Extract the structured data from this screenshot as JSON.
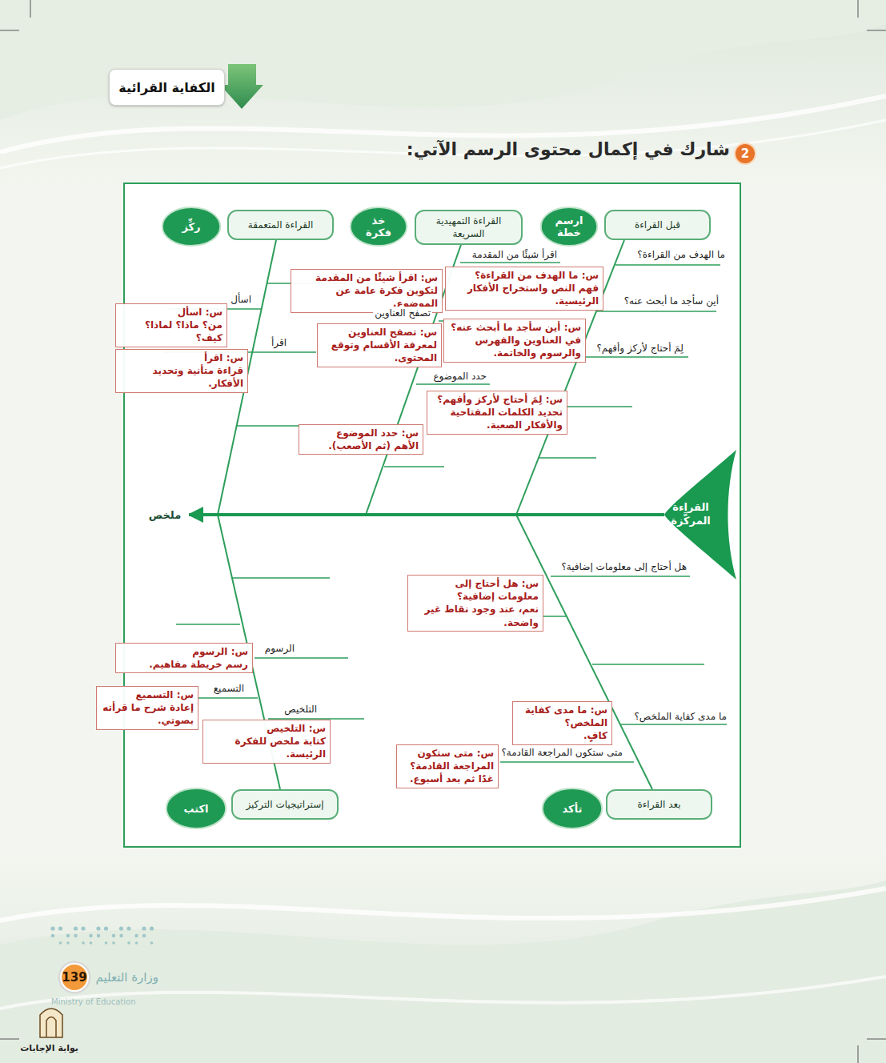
{
  "diagram": {
    "title": "شارك في إكمال محتوى الرسم الآتي:",
    "nodes": [
      {
        "text": [
          "الكفاية القرائية"
        ]
      },
      {
        "text": [
          "2"
        ]
      },
      {
        "text": [
          "قبل القراءة"
        ]
      },
      {
        "text": [
          "ارسم خطة"
        ]
      },
      {
        "text": [
          "القراءة التمهيدية السريعة"
        ]
      },
      {
        "text": [
          "خذ فكرة"
        ]
      },
      {
        "text": [
          "القراءة المتعمقة"
        ]
      },
      {
        "text": [
          "ركِّز"
        ]
      },
      {
        "text": [
          "س: ما الهدف من القراءة؟",
          "فهم النص واستخراج الأفكار الرئيسية."
        ]
      },
      {
        "text": [
          "س: أين سأجد ما أبحث عنه؟",
          "في العناوين والفهرس والرسوم والخاتمة."
        ]
      },
      {
        "text": [
          "س: لِمَ أحتاج لأركز وأفهم؟",
          "تحديد الكلمات المفتاحية والأفكار الصعبة."
        ]
      },
      {
        "text": [
          "س: اقرأ شيئًا من المقدمة",
          "لتكوين فكرة عامة عن الموضوع."
        ]
      },
      {
        "text": [
          "س: تصفح العناوين",
          "لمعرفة الأقسام وتوقع المحتوى."
        ]
      },
      {
        "text": [
          "س: حدد الموضوع",
          "الأهم (ثم الأصعب)."
        ]
      },
      {
        "text": [
          "س: اسأل",
          "من؟ ماذا؟ لماذا؟ كيف؟"
        ]
      },
      {
        "text": [
          "س: اقرأ",
          "قراءة متأنية وتحديد الأفكار."
        ]
      },
      {
        "text": [
          "القراءة المركَّزة"
        ]
      },
      {
        "text": [
          "ملخص"
        ]
      },
      {
        "text": [
          "س: هل أحتاج إلى معلومات إضافية؟",
          "نعم، عند وجود نقاط غير واضحة."
        ]
      },
      {
        "text": [
          "س: الرسوم",
          "رسم خريطة مفاهيم."
        ]
      },
      {
        "text": [
          "س: التسميع",
          "إعادة شرح ما قرأته بصوتي."
        ]
      },
      {
        "text": [
          "س: التلخيص",
          "كتابة ملخص للفكرة الرئيسة."
        ]
      },
      {
        "text": [
          "س: ما مدى كفاية الملخص؟",
          "كافٍ."
        ]
      },
      {
        "text": [
          "س: متى ستكون المراجعة القادمة؟",
          "غدًا ثم بعد أسبوع."
        ]
      },
      {
        "text": [
          "بعد القراءة"
        ]
      },
      {
        "text": [
          "تأكد"
        ]
      },
      {
        "text": [
          "إستراتيجيات التركيز"
        ]
      },
      {
        "text": [
          "اكتب"
        ]
      },
      {
        "text": [
          "139"
        ]
      }
    ],
    "edges": [
      {
        "from": 16,
        "to": 17,
        "arrow": "to"
      }
    ],
    "labels": [
      "ما الهدف من القراءة؟",
      "أين سأجد ما أبحث عنه؟",
      "لِمَ أحتاج لأركز وأفهم؟",
      "اقرأ شيئًا من المقدمة",
      "تصفح العناوين",
      "حدد الموضوع",
      "اسأل",
      "اقرأ",
      "هل أحتاج إلى معلومات إضافية؟",
      "ما مدى كفاية الملخص؟",
      "متى ستكون المراجعة القادمة؟",
      "الرسوم",
      "التسميع",
      "التلخيص",
      "وزارة التعليم",
      "Ministry of Education",
      "بوابة الإجابات"
    ]
  }
}
